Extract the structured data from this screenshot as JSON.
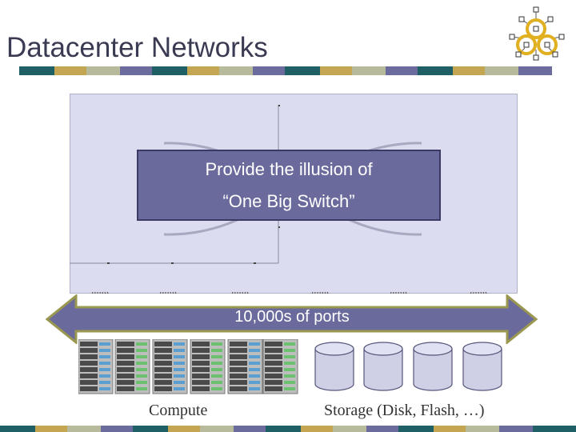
{
  "slide": {
    "title": "Datacenter Networks",
    "callout_line1": "Provide the illusion of",
    "callout_line2": "“One Big Switch”",
    "ports_label": "10,000s of ports",
    "compute_caption": "Compute",
    "storage_caption": "Storage (Disk, Flash, …)"
  },
  "colors": {
    "title": "#3a3a52",
    "stripe": [
      "#1f5f66",
      "#c4a552",
      "#b7bb9b",
      "#6b6b9e"
    ],
    "callout_bg": "#6a6a9c",
    "arrow_fill": "#6a6a9c",
    "arrow_stroke": "#9a9850",
    "panel_bg": "#dcdcf0"
  },
  "icons": {
    "logo": "network-graph-icon",
    "servers": "server-rack-icon",
    "disks": "disk-cylinder-icon"
  }
}
